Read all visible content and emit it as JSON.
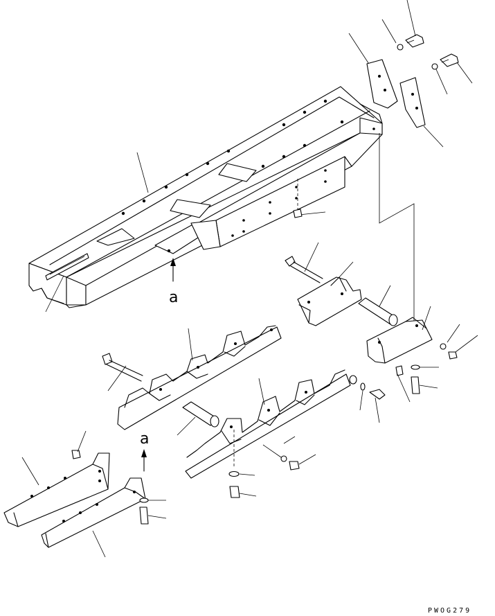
{
  "drawing": {
    "view_marker_top": "a",
    "view_marker_bottom": "a",
    "drawing_code": "PWOG279"
  }
}
